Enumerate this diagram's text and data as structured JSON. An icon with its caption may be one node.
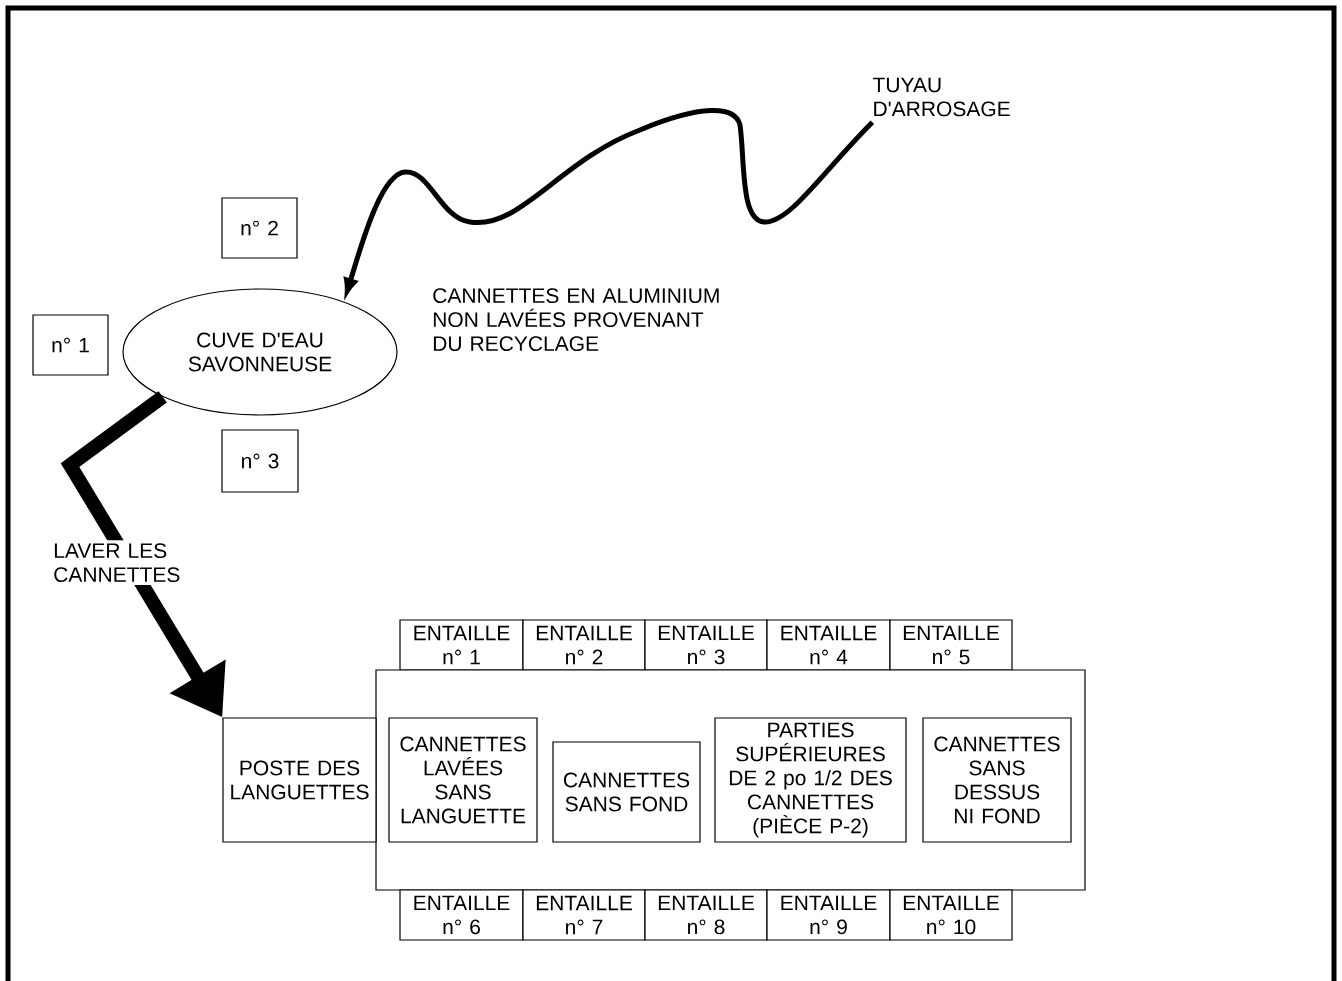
{
  "diagram": {
    "nodes": [
      {
        "text": [
          "TUYAU D'ARROSAGE"
        ]
      },
      {
        "text": [
          "n° 2"
        ]
      },
      {
        "text": [
          "n° 1"
        ]
      },
      {
        "text": [
          "CUVE D'EAU SAVONNEUSE"
        ]
      },
      {
        "text": [
          "n° 3"
        ]
      },
      {
        "text": [
          "ENTAILLE n° 1"
        ]
      },
      {
        "text": [
          "ENTAILLE n° 2"
        ]
      },
      {
        "text": [
          "ENTAILLE n° 3"
        ]
      },
      {
        "text": [
          "ENTAILLE n° 4"
        ]
      },
      {
        "text": [
          "ENTAILLE n° 5"
        ]
      },
      {
        "text": [],
        "shape": "box"
      },
      {
        "text": [
          "POSTE DES LANGUETTES"
        ]
      },
      {
        "text": [
          "CANNETTES LAVÉES SANS LANGUETTE"
        ],
        "in": 10
      },
      {
        "text": [
          "CANNETTES SANS FOND"
        ],
        "in": 10
      },
      {
        "text": [
          "PARTIES SUPÉRIEURES DE 2 po 1/2 DES CANNETTES (PIÈCE P-2)"
        ],
        "in": 10
      },
      {
        "text": [
          "CANNETTES SANS DESSUS NI FOND"
        ],
        "in": 10
      },
      {
        "text": [
          "ENTAILLE n° 6"
        ]
      },
      {
        "text": [
          "ENTAILLE n° 7"
        ]
      },
      {
        "text": [
          "ENTAILLE n° 8"
        ]
      },
      {
        "text": [
          "ENTAILLE n° 9"
        ]
      },
      {
        "text": [
          "ENTAILLE n° 10"
        ]
      }
    ],
    "edges": [
      {
        "from": 0,
        "to": 3,
        "arrow": "to"
      },
      {
        "from": 3,
        "to": 11,
        "arrow": "to",
        "style": "thick",
        "label": "LAVER LES CANNETTES"
      }
    ],
    "labels": [
      "CANNETTES EN ALUMINIUM NON LAVÉES PROVENANT DU RECYCLAGE"
    ]
  }
}
